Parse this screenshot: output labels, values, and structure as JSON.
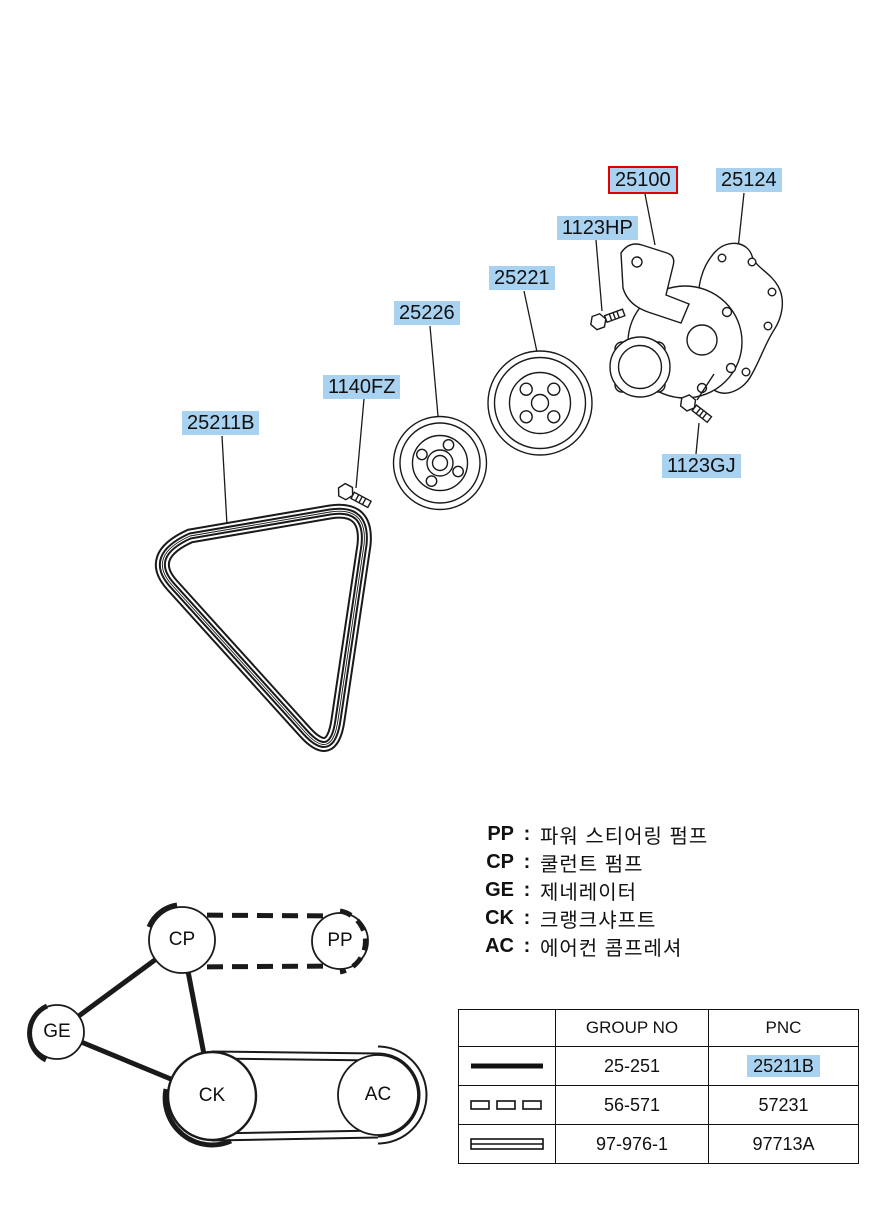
{
  "diagram": {
    "part_labels": [
      {
        "text": "25100",
        "highlighted": true,
        "boxed_red": true
      },
      {
        "text": "25124",
        "highlighted": true,
        "boxed_red": false
      },
      {
        "text": "1123HP",
        "highlighted": true,
        "boxed_red": false
      },
      {
        "text": "25221",
        "highlighted": true,
        "boxed_red": false
      },
      {
        "text": "25226",
        "highlighted": true,
        "boxed_red": false
      },
      {
        "text": "1140FZ",
        "highlighted": true,
        "boxed_red": false
      },
      {
        "text": "25211B",
        "highlighted": true,
        "boxed_red": false
      },
      {
        "text": "1123GJ",
        "highlighted": true,
        "boxed_red": false
      }
    ],
    "parts": [
      {
        "icon": "ribbed-belt-icon",
        "label": "25211B"
      },
      {
        "icon": "pulley-icon",
        "label": "25226"
      },
      {
        "icon": "pulley-icon",
        "label": "25221"
      },
      {
        "icon": "water-pump-icon",
        "label": "25100"
      },
      {
        "icon": "gasket-icon",
        "label": "25124"
      },
      {
        "icon": "bolt-icon",
        "label": "1123HP"
      },
      {
        "icon": "bolt-icon",
        "label": "1123GJ"
      },
      {
        "icon": "bolt-icon",
        "label": "1140FZ"
      }
    ]
  },
  "belt_diagram": {
    "nodes": [
      {
        "label": "CP"
      },
      {
        "label": "PP"
      },
      {
        "label": "GE"
      },
      {
        "label": "CK"
      },
      {
        "label": "AC"
      }
    ]
  },
  "legend": {
    "separator": ":",
    "items": [
      {
        "code": "PP",
        "label": "파워 스티어링 펌프"
      },
      {
        "code": "CP",
        "label": "쿨런트 펌프"
      },
      {
        "code": "GE",
        "label": "제네레이터"
      },
      {
        "code": "CK",
        "label": "크랭크샤프트"
      },
      {
        "code": "AC",
        "label": "에어컨 콤프레셔"
      }
    ]
  },
  "table": {
    "headers": {
      "symbol": "",
      "group_no": "GROUP NO",
      "pnc": "PNC"
    },
    "rows": [
      {
        "symbol": "solid-belt-symbol",
        "group_no": "25-251",
        "pnc": "25211B",
        "pnc_highlighted": true
      },
      {
        "symbol": "dashed-belt-symbol",
        "group_no": "56-571",
        "pnc": "57231",
        "pnc_highlighted": false
      },
      {
        "symbol": "banded-belt-symbol",
        "group_no": "97-976-1",
        "pnc": "97713A",
        "pnc_highlighted": false
      }
    ]
  },
  "colors": {
    "label_highlight": "#a9d2f0",
    "selected_box_red": "#e10000",
    "line_ink": "#1a1a1a",
    "background": "#ffffff"
  }
}
